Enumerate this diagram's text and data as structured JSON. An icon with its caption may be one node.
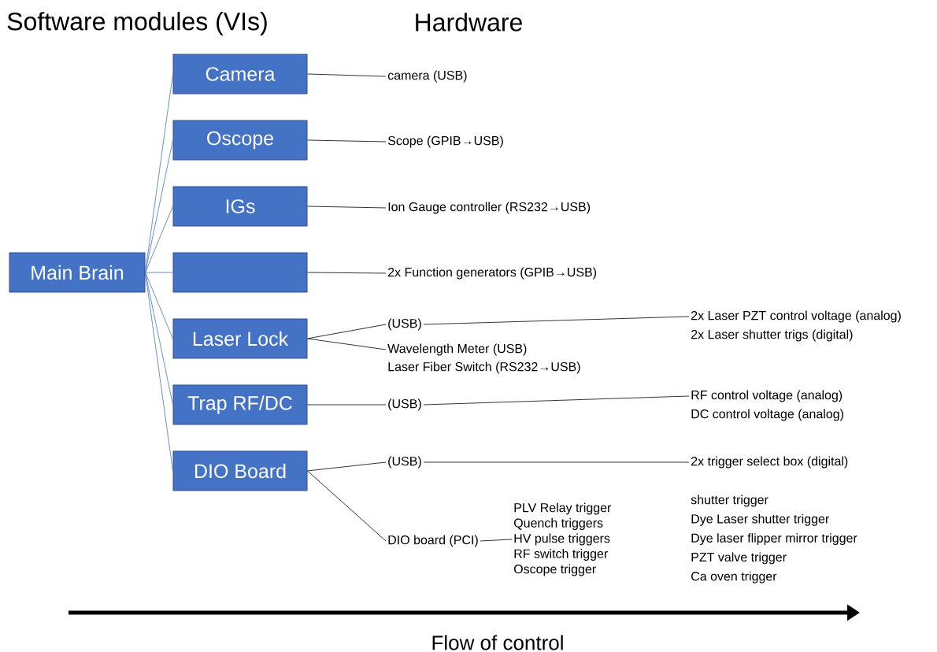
{
  "diagram": {
    "nodes": [
      {
        "text": [
          "Main Brain"
        ]
      },
      {
        "text": [
          "Camera"
        ]
      },
      {
        "text": [
          "Oscope"
        ]
      },
      {
        "text": [
          "IGs"
        ]
      },
      {
        "text": [],
        "shape": "box"
      },
      {
        "text": [
          "Laser Lock"
        ]
      },
      {
        "text": [
          "Trap RF/DC"
        ]
      },
      {
        "text": [
          "DIO Board"
        ]
      },
      {
        "text": [
          "camera (USB)"
        ]
      },
      {
        "text": [
          "Scope (GPIB→USB)"
        ]
      },
      {
        "text": [
          "Ion Gauge controller (RS232→USB)"
        ]
      },
      {
        "text": [
          "2x Function generators (GPIB→USB)"
        ]
      },
      {
        "text": [
          "(USB)"
        ]
      },
      {
        "text": [
          "Wavelength Meter (USB)"
        ]
      },
      {
        "text": [
          "Laser Fiber Switch (RS232→USB)"
        ]
      },
      {
        "text": [
          "2x Laser PZT control voltage (analog)"
        ]
      },
      {
        "text": [
          "2x Laser shutter trigs (digital)"
        ]
      },
      {
        "text": [
          "(USB)"
        ]
      },
      {
        "text": [
          "RF control voltage (analog)"
        ]
      },
      {
        "text": [
          "DC control voltage (analog)"
        ]
      },
      {
        "text": [
          "(USB)"
        ]
      },
      {
        "text": [
          "2x trigger select box (digital)"
        ]
      },
      {
        "text": [
          "DIO board (PCI)"
        ]
      },
      {
        "text": [
          "PLV Relay trigger",
          "Quench triggers",
          "HV pulse triggers",
          "RF switch trigger",
          "Oscope trigger"
        ]
      }
    ],
    "edges": [
      {
        "from": 0,
        "to": 1,
        "arrow": "none",
        "color": "#4472c4"
      },
      {
        "from": 0,
        "to": 2,
        "arrow": "none",
        "color": "#4472c4"
      },
      {
        "from": 0,
        "to": 3,
        "arrow": "none",
        "color": "#4472c4"
      },
      {
        "from": 0,
        "to": 4,
        "arrow": "none",
        "color": "#4472c4"
      },
      {
        "from": 0,
        "to": 5,
        "arrow": "none",
        "color": "#4472c4"
      },
      {
        "from": 0,
        "to": 6,
        "arrow": "none",
        "color": "#4472c4"
      },
      {
        "from": 0,
        "to": 7,
        "arrow": "none",
        "color": "#4472c4"
      },
      {
        "from": 1,
        "to": 8,
        "arrow": "none"
      },
      {
        "from": 2,
        "to": 9,
        "arrow": "none"
      },
      {
        "from": 3,
        "to": 10,
        "arrow": "none"
      },
      {
        "from": 4,
        "to": 11,
        "arrow": "none"
      },
      {
        "from": 5,
        "to": 12,
        "arrow": "none"
      },
      {
        "from": 5,
        "to": 13,
        "arrow": "none"
      },
      {
        "from": 12,
        "to": 15,
        "arrow": "none"
      },
      {
        "from": 6,
        "to": 17,
        "arrow": "none"
      },
      {
        "from": 17,
        "to": 18,
        "arrow": "none"
      },
      {
        "from": 7,
        "to": 20,
        "arrow": "none"
      },
      {
        "from": 20,
        "to": 21,
        "arrow": "none"
      },
      {
        "from": 7,
        "to": 22,
        "arrow": "none"
      },
      {
        "from": 22,
        "to": 23,
        "arrow": "none"
      }
    ],
    "labels": [
      "Software modules (VIs)",
      "Hardware",
      "shutter trigger",
      "Dye Laser shutter trigger",
      "Dye laser flipper mirror trigger",
      "PZT valve trigger",
      "Ca oven trigger",
      "Flow of control"
    ]
  }
}
